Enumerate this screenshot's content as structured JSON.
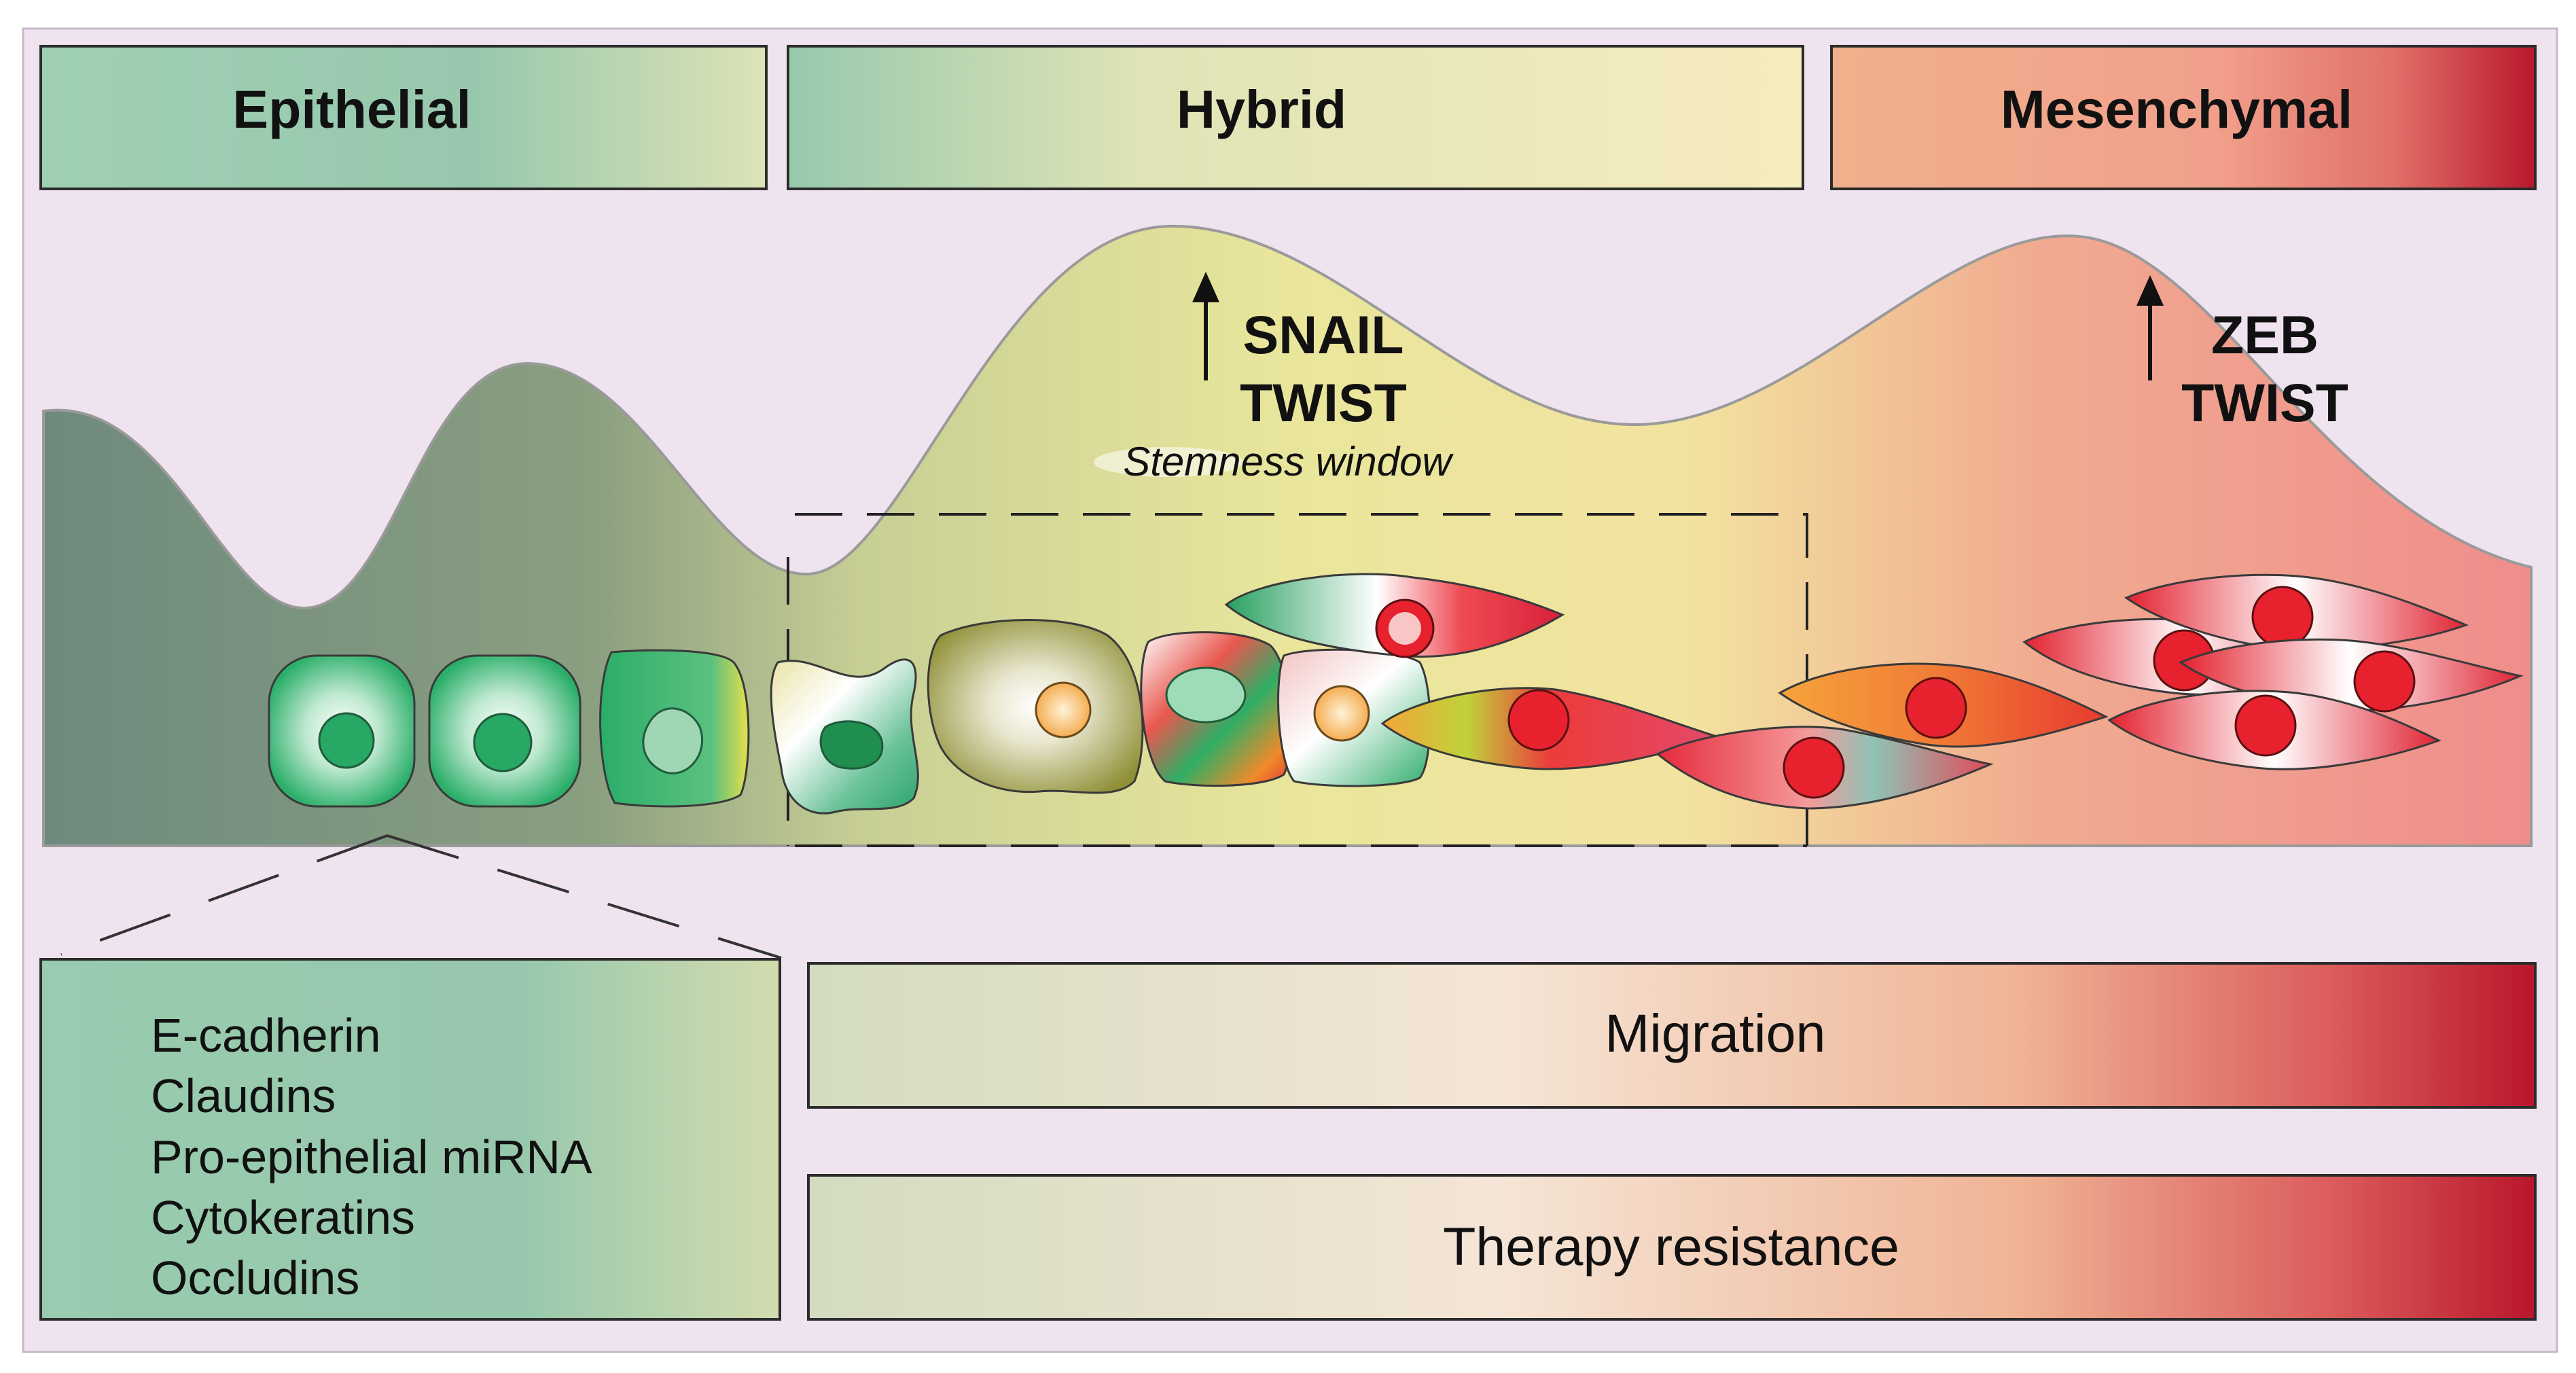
{
  "phases": {
    "epithelial": "Epithelial",
    "hybrid": "Hybrid",
    "mesenchymal": "Mesenchymal"
  },
  "transcription_factors": {
    "hybrid": [
      "SNAIL",
      "TWIST"
    ],
    "mesenchymal": [
      "ZEB",
      "TWIST"
    ]
  },
  "stemness_window": "Stemness window",
  "epithelial_markers": [
    "E-cadherin",
    "Claudins",
    "Pro-epithelial miRNA",
    "Cytokeratins",
    "Occludins"
  ],
  "gradient_bars": {
    "migration": "Migration",
    "therapy_resistance": "Therapy resistance"
  },
  "colors": {
    "background": "#efe3f0",
    "epithelial_green": "#2db36f",
    "hybrid_yellow": "#f4e6a0",
    "mesenchymal_red": "#b91b2b",
    "dark_teal": "#6c8b7e"
  }
}
